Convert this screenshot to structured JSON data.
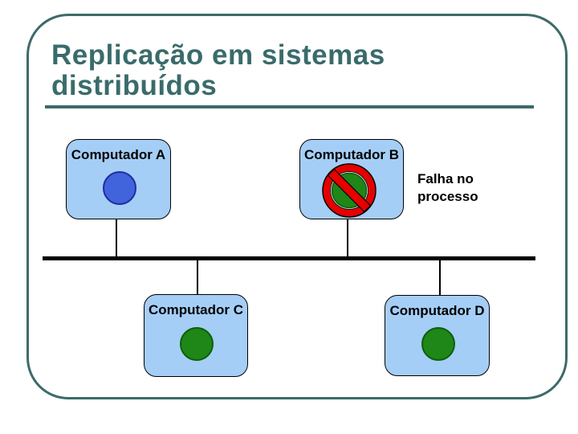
{
  "slide": {
    "title": "Replicação em sistemas distribuídos"
  },
  "diagram": {
    "computers": [
      {
        "label": "Computador A",
        "process_state": "running",
        "process_color": "#4164DC"
      },
      {
        "label": "Computador B",
        "process_state": "failed",
        "process_color": "#1E8717"
      },
      {
        "label": "Computador C",
        "process_state": "running",
        "process_color": "#1E8717"
      },
      {
        "label": "Computador D",
        "process_state": "running",
        "process_color": "#1E8717"
      }
    ],
    "annotation": "Falha no processo",
    "topology": "bus"
  },
  "colors": {
    "title_text": "#3A6B6B",
    "frame_border": "#3E6A6A",
    "box_fill": "#A5CEF6",
    "box_border": "#000000",
    "blue_process": "#4164DC",
    "green_process": "#1E8717",
    "failure_red": "#E60000",
    "bus_line": "#000000"
  }
}
